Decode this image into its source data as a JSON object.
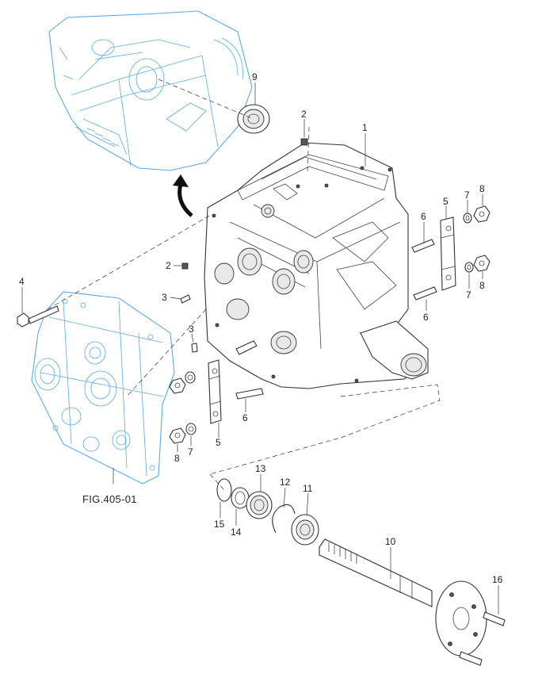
{
  "diagram": {
    "figure_reference": "FIG.405-01",
    "callouts": [
      {
        "key": "c1",
        "label": "1"
      },
      {
        "key": "c2a",
        "label": "2"
      },
      {
        "key": "c2b",
        "label": "2"
      },
      {
        "key": "c3a",
        "label": "3"
      },
      {
        "key": "c3b",
        "label": "3"
      },
      {
        "key": "c4",
        "label": "4"
      },
      {
        "key": "c5a",
        "label": "5"
      },
      {
        "key": "c5b",
        "label": "5"
      },
      {
        "key": "c6a",
        "label": "6"
      },
      {
        "key": "c6b",
        "label": "6"
      },
      {
        "key": "c6c",
        "label": "6"
      },
      {
        "key": "c7a",
        "label": "7"
      },
      {
        "key": "c7b",
        "label": "7"
      },
      {
        "key": "c7c",
        "label": "7"
      },
      {
        "key": "c8a",
        "label": "8"
      },
      {
        "key": "c8b",
        "label": "8"
      },
      {
        "key": "c8c",
        "label": "8"
      },
      {
        "key": "c9",
        "label": "9"
      },
      {
        "key": "c10",
        "label": "10"
      },
      {
        "key": "c11",
        "label": "11"
      },
      {
        "key": "c12",
        "label": "12"
      },
      {
        "key": "c13",
        "label": "13"
      },
      {
        "key": "c14",
        "label": "14"
      },
      {
        "key": "c15",
        "label": "15"
      },
      {
        "key": "c16",
        "label": "16"
      }
    ]
  }
}
